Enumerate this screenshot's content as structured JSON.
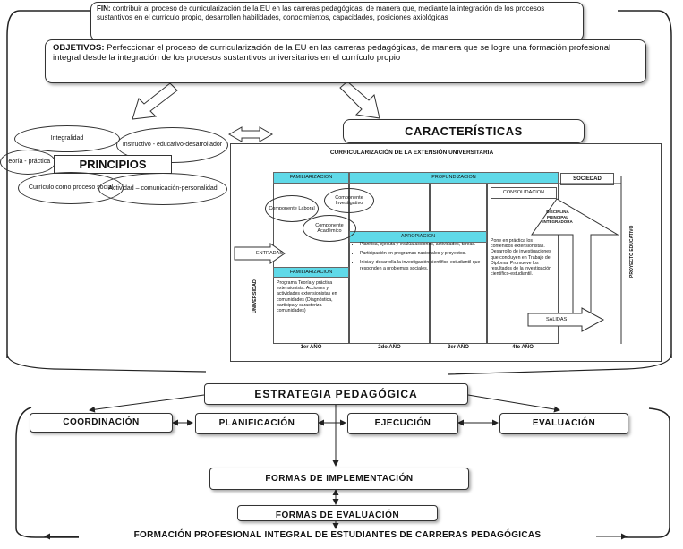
{
  "fin": {
    "label": "FIN:",
    "text": " contribuir al proceso de curricularización de la EU en las carreras pedagógicas, de manera que, mediante la integración de los procesos sustantivos en el currículo propio, desarrollen habilidades, conocimientos, capacidades, posiciones axiológicas"
  },
  "objetivos": {
    "label": "OBJETIVOS:",
    "text": " Perfeccionar el proceso de curricularización de la EU en las carreras pedagógicas, de manera que se logre una formación profesional integral desde la integración de los procesos sustantivos universitarios en el currículo propio"
  },
  "principios": {
    "title": "PRINCIPIOS",
    "items": [
      "Integralidad",
      "Instructivo - educativo-desarrollador",
      "Teoría - práctica",
      "Currículo como proceso social",
      "Actividad – comunicación-personalidad"
    ]
  },
  "caracteristicas": {
    "title": "CARACTERÍSTICAS",
    "figure_title": "CURRICULARIZACIÓN DE LA EXTENSIÓN UNIVERSITARIA",
    "headers": {
      "familiarizacion_top": "FAMILIARIZACION",
      "profundizacion": "PROFUNDIZACION",
      "sociedad": "SOCIEDAD",
      "consolidacion": "CONSOLIDACION",
      "apropiacion": "APROPIACION",
      "familiarizacion_bottom": "FAMILIARIZACION"
    },
    "componentes": {
      "laboral": "Componente Laboral",
      "investigativo": "Componente Investigativo",
      "academico": "Componente Académico"
    },
    "disciplina": "DISCIPLINA PRINCIPAL INTEGRADORA",
    "entradas": "ENTRADAS",
    "salidas": "SALIDAS",
    "universidad": "UNIVERSIDAD",
    "proyecto": "PROYECTO EDUCATIVO",
    "col1_text": "Programa Teoría y práctica extensionista. Acciones y actividades extensionistas en comunidades (Diagnóstica, participa y caracteriza comunidades)",
    "col2_items": [
      "Planifica, ejecuta y evalúa acciones, actividades, tareas.",
      "Participación en programas nacionales y proyectos.",
      "Inicia y desarrolla la investigación científico-estudiantil que responden a problemas sociales."
    ],
    "col4_text": "Pone en práctica los contenidos extensionistas. Desarrollo de investigaciones que concluyen en Trabajo de Diploma. Promueve los resultados de la investigación científico-estudiantil.",
    "years": [
      "1er AÑO",
      "2do AÑO",
      "3er AÑO",
      "4to AÑO"
    ]
  },
  "estrategia": {
    "title": "ESTRATEGIA PEDAGÓGICA",
    "steps": [
      "COORDINACIÓN",
      "PLANIFICACIÓN",
      "EJECUCIÓN",
      "EVALUACIÓN"
    ],
    "formas_implementacion": "FORMAS DE IMPLEMENTACIÓN",
    "formas_evaluacion": "FORMAS DE EVALUACIÓN",
    "formacion": "FORMACIÓN PROFESIONAL INTEGRAL DE ESTUDIANTES DE CARRERAS PEDAGÓGICAS"
  }
}
